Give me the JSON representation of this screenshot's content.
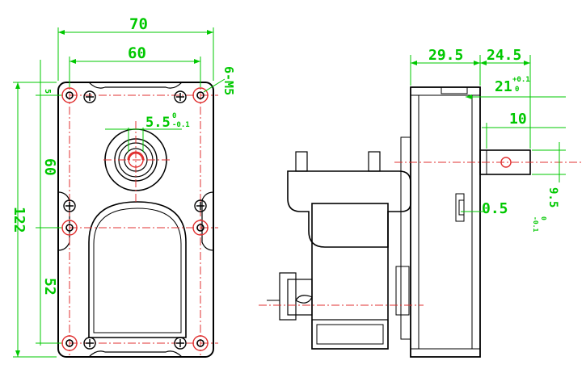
{
  "front_view": {
    "width_outer": "70",
    "width_holes": "60",
    "height_total": "122",
    "top_offset": "5",
    "upper_spacing": "60",
    "lower_spacing": "52",
    "thread_callout": "6-M5",
    "shaft_dia": "5.5",
    "shaft_tol_upper": "0",
    "shaft_tol_lower": "-0.1"
  },
  "side_view": {
    "depth_body": "29.5",
    "shaft_length": "24.5",
    "shaft_to_flat": "21",
    "shaft_to_flat_tol_upper": "+0.1",
    "shaft_to_flat_tol_lower": "0",
    "flat_length": "10",
    "gap": "0.5",
    "shaft_dia_side": "9.5",
    "shaft_dia_tol_upper": "0",
    "shaft_dia_tol_lower": "-0.1"
  },
  "colors": {
    "dimension": "#00c800",
    "centerline": "#e03030",
    "outline": "#000000"
  }
}
